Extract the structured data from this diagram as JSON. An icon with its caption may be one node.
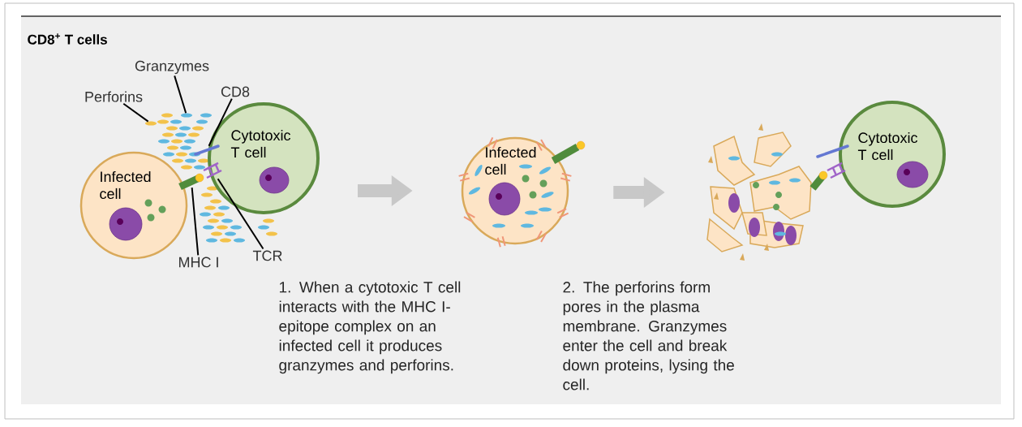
{
  "diagram": {
    "title": "CD8$^{+}$ T cells",
    "nodes": [
      {
        "text": [
          "Infected cell"
        ]
      },
      {
        "text": [
          "Cytotoxic T cell"
        ]
      },
      {
        "text": [
          "Infected cell"
        ]
      },
      {
        "text": [],
        "shape": "picture"
      },
      {
        "text": [
          "Cytotoxic T cell"
        ]
      },
      {
        "text": [
          "Perforins"
        ]
      },
      {
        "text": [
          "Granzymes"
        ]
      },
      {
        "text": [
          "CD8"
        ]
      },
      {
        "text": [
          "MHC I"
        ]
      },
      {
        "text": [
          "TCR"
        ]
      },
      {
        "text": [],
        "shape": "ellipse"
      },
      {
        "text": [],
        "shape": "ellipse"
      },
      {
        "text": [],
        "shape": "bar"
      },
      {
        "text": [],
        "shape": "bar"
      },
      {
        "text": [],
        "shape": "picture"
      }
    ],
    "edges": [
      {
        "from": 1,
        "to": 2,
        "arrow": "to",
        "style": "thick",
        "color": "#c8c8c8"
      },
      {
        "from": 2,
        "to": 3,
        "arrow": "to",
        "style": "thick",
        "color": "#c8c8c8"
      },
      {
        "from": 5,
        "to": 10,
        "arrow": "none"
      },
      {
        "from": 6,
        "to": 11,
        "arrow": "none"
      },
      {
        "from": 7,
        "to": 12,
        "arrow": "none"
      },
      {
        "from": 8,
        "to": 13,
        "arrow": "none"
      },
      {
        "from": 9,
        "to": 14,
        "arrow": "none"
      }
    ],
    "labels": [
      "1. When a cytotoxic T cell interacts with the MHC I-epitope complex on an infected cell it produces granzymes and perforins.",
      "2. The perforins form pores in the plasma membrane. Granzymes enter the cell and break down proteins, lysing the cell."
    ]
  }
}
